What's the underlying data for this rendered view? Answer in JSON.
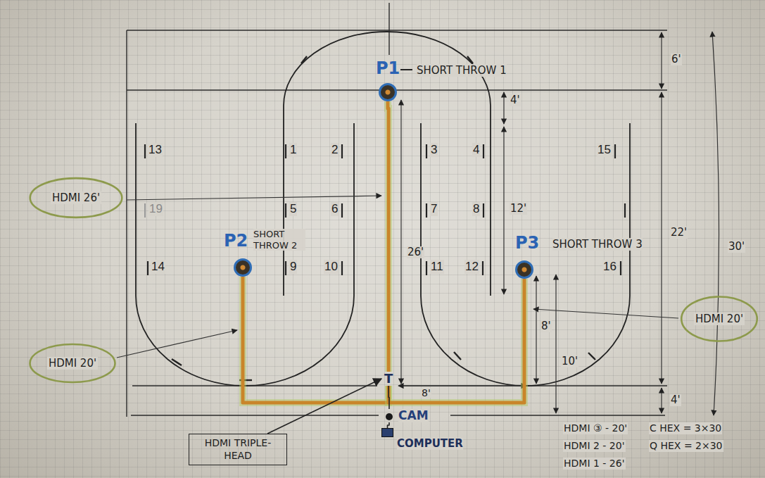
{
  "diagram": {
    "nodes": [
      {
        "text": [
          "P1",
          "SHORT THROW 1"
        ]
      },
      {
        "text": [
          "HDMI 26'"
        ]
      },
      {
        "text": [
          "P2",
          "SHORT THROW 2"
        ]
      },
      {
        "text": [
          "P3",
          "SHORT THROW 3"
        ]
      },
      {
        "text": [
          "HDMI 20'"
        ]
      },
      {
        "text": [
          "HDMI 20'"
        ]
      },
      {
        "text": [
          "T"
        ]
      },
      {
        "text": [
          "CAM"
        ]
      },
      {
        "text": [
          "COMPUTER"
        ]
      },
      {
        "text": [
          "HDMI TRIPLE-HEAD"
        ]
      }
    ],
    "edges": [
      {
        "from": 6,
        "to": 0,
        "arrow": "none"
      },
      {
        "from": 6,
        "to": 2,
        "arrow": "none"
      },
      {
        "from": 6,
        "to": 3,
        "arrow": "none"
      },
      {
        "from": 6,
        "to": 7,
        "arrow": "none"
      },
      {
        "from": 7,
        "to": 8,
        "arrow": "none"
      },
      {
        "from": 9,
        "to": 6,
        "arrow": "to"
      }
    ],
    "labels": [
      "6'",
      "4'",
      "1",
      "2",
      "3",
      "4",
      "13",
      "15",
      "5",
      "6",
      "7",
      "8",
      "19",
      "12'",
      "14",
      "9",
      "10",
      "11",
      "12",
      "16",
      "26'",
      "22'",
      "30'",
      "8'",
      "10'",
      "8'",
      "4'",
      "HDMI ③ - 20'",
      "HDMI 2 - 20'",
      "HDMI 1 - 26'",
      "C HEX = 3×30",
      "Q HEX = 2×30"
    ]
  }
}
